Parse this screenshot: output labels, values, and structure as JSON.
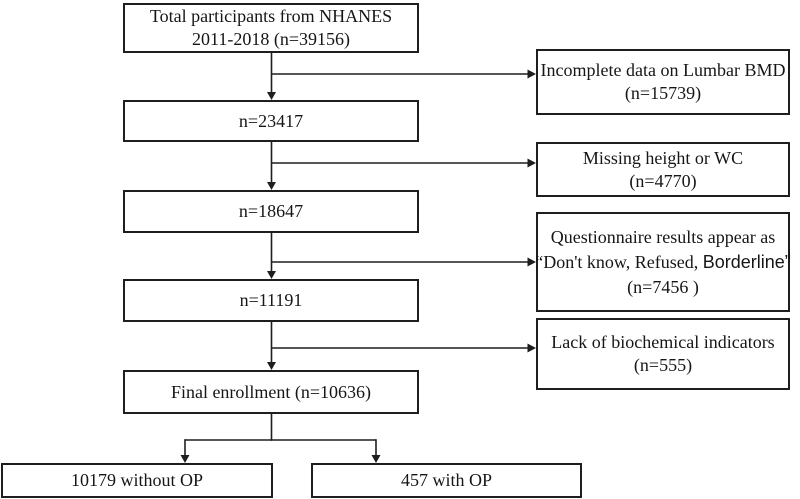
{
  "colors": {
    "background": "#ffffff",
    "line": "#1e1e1e",
    "text": "#161616"
  },
  "flowchart": {
    "main_column": {
      "total": {
        "line1": "Total participants from NHANES",
        "line2": "2011-2018 (n=39156)"
      },
      "step1": {
        "line1": "n=23417"
      },
      "step2": {
        "line1": "n=18647"
      },
      "step3": {
        "line1": "n=11191"
      },
      "final": {
        "line1": "Final enrollment (n=10636)"
      }
    },
    "exclusions": {
      "lumbar_bmd": {
        "line1": "Incomplete data on Lumbar BMD",
        "line2": "(n=15739)"
      },
      "height_wc": {
        "line1": "Missing height or WC",
        "line2": "(n=4770)"
      },
      "questionnaire": {
        "line1": "Questionnaire results appear as",
        "line2_part1": "“Don't know, Refused, ",
        "line2_part2": "Borderline”",
        "line3": "(n=7456 )"
      },
      "biochemical": {
        "line1": "Lack of biochemical indicators",
        "line2": "(n=555)"
      }
    },
    "outcomes": {
      "without_op": {
        "line1": "10179 without OP"
      },
      "with_op": {
        "line1": "457 with OP"
      }
    }
  }
}
